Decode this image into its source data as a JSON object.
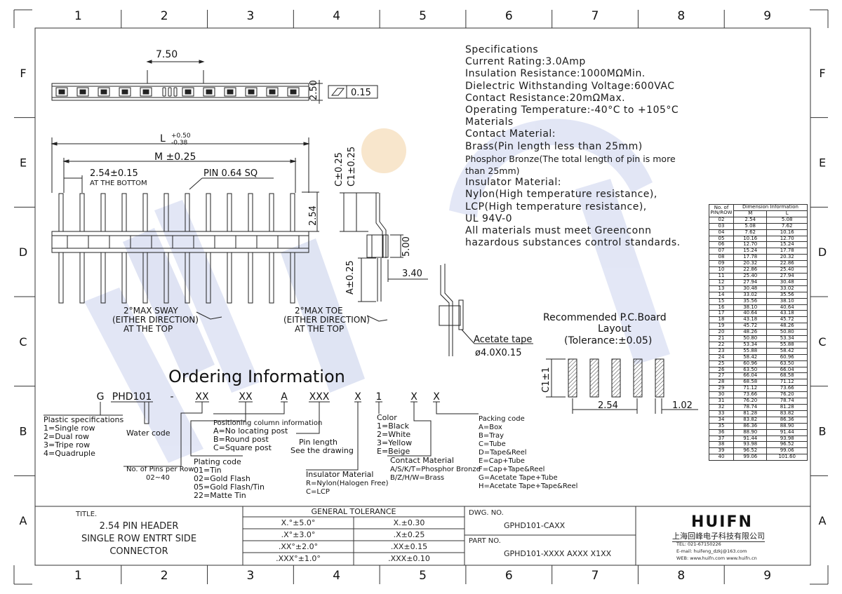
{
  "grid": {
    "columns": [
      "1",
      "2",
      "3",
      "4",
      "5",
      "6",
      "7",
      "8",
      "9"
    ],
    "rows": [
      "F",
      "E",
      "D",
      "C",
      "B",
      "A"
    ]
  },
  "watermark": "HUIFN",
  "dims": {
    "top_width": "7.50",
    "top_height": "2.50",
    "flatness": "0.15",
    "L_label": "L",
    "L_tol_plus": "+0.50",
    "L_tol_minus": "-0.38",
    "M_label": "M ±0.25",
    "pitch": "2.54±0.15",
    "pitch_note": "AT THE BOTTOM",
    "pin": "PIN 0.64 SQ",
    "side_254": "2.54",
    "C_tol": "C±0.25",
    "C1_tol": "C1±0.25",
    "A_tol": "A±0.25",
    "h500": "5.00",
    "w340": "3.40",
    "sway": [
      "2°MAX SWAY",
      "(EITHER DIRECTION)",
      "AT THE TOP"
    ],
    "toe": [
      "2°MAX TOE",
      "(EITHER DIRECTION)",
      "AT THE TOP"
    ],
    "acetate": "Acetate tape",
    "acetate_size": "ø4.0X0.15"
  },
  "specs": [
    "Specifications",
    "Current Rating:3.0Amp",
    "Insulation Resistance:1000MΩMin.",
    "Dielectric Withstanding Voltage:600VAC",
    "Contact Resistance:20mΩMax.",
    "Operating Temperature:-40°C to +105°C",
    "Materials",
    "Contact Material:",
    "Brass(Pin length less than 25mm)",
    "Phosphor Bronze(The total length of pin is more",
    "than 25mm)",
    "Insulator Material:",
    "Nylon(High temperature resistance),",
    "LCP(High temperature resistance),",
    "UL 94V-0",
    "All materials must meet Greenconn",
    "hazardous substances control standards."
  ],
  "pcb": {
    "title": [
      "Recommended P.C.Board",
      "Layout",
      "(Tolerance:±0.05)"
    ],
    "c1": "C1±1",
    "pitch": "2.54",
    "pad": "1.02"
  },
  "ordering": {
    "title": "Ordering Information",
    "code": [
      "G",
      "PHD101",
      "-",
      "XX",
      "XX",
      "A",
      "XXX",
      "X",
      "1",
      "X",
      "X"
    ],
    "plastic": [
      "Plastic specifications",
      "1=Single row",
      "2=Dual row",
      "3=Tripe row",
      "4=Quadruple"
    ],
    "water": "Water code",
    "pins_per_row": [
      "No. of Pins per Row",
      "02~40"
    ],
    "plating": [
      "Plating code",
      "01=Tin",
      "02=Gold Flash",
      "05=Gold Flash/Tin",
      "22=Matte Tin"
    ],
    "positioning": [
      "Positioning column information",
      "A=No locating post",
      "B=Round post",
      "C=Square post"
    ],
    "pin_length": [
      "Pin length",
      "See the drawing"
    ],
    "insulator": [
      "Insulator Material",
      "R=Nylon(Halogen Free)",
      "C=LCP"
    ],
    "color": [
      "Color",
      "1=Black",
      "2=White",
      "3=Yellow",
      "E=Beige"
    ],
    "contact": [
      "Contact Material",
      "A/S/K/T=Phosphor Bronze",
      "B/Z/H/W=Brass"
    ],
    "packing": [
      "Packing code",
      "A=Box",
      "B=Tray",
      "C=Tube",
      "D=Tape&Reel",
      "E=Cap+Tube",
      "F=Cap+Tape&Reel",
      "G=Acetate Tape+Tube",
      "H=Acetate Tape+Tape&Reel"
    ]
  },
  "dim_table": {
    "header_no": [
      "No. of",
      "PIN/ROW"
    ],
    "header_info": "Dimension Information",
    "header_m": "M",
    "header_l": "L",
    "rows": [
      [
        "02",
        "2.54",
        "5.08"
      ],
      [
        "03",
        "5.08",
        "7.62"
      ],
      [
        "04",
        "7.62",
        "10.16"
      ],
      [
        "05",
        "10.16",
        "12.70"
      ],
      [
        "06",
        "12.70",
        "15.24"
      ],
      [
        "07",
        "15.24",
        "17.78"
      ],
      [
        "08",
        "17.78",
        "20.32"
      ],
      [
        "09",
        "20.32",
        "22.86"
      ],
      [
        "10",
        "22.86",
        "25.40"
      ],
      [
        "11",
        "25.40",
        "27.94"
      ],
      [
        "12",
        "27.94",
        "30.48"
      ],
      [
        "13",
        "30.48",
        "33.02"
      ],
      [
        "14",
        "33.02",
        "35.56"
      ],
      [
        "15",
        "35.56",
        "38.10"
      ],
      [
        "16",
        "38.10",
        "40.64"
      ],
      [
        "17",
        "40.64",
        "43.18"
      ],
      [
        "18",
        "43.18",
        "45.72"
      ],
      [
        "19",
        "45.72",
        "48.26"
      ],
      [
        "20",
        "48.26",
        "50.80"
      ],
      [
        "21",
        "50.80",
        "53.34"
      ],
      [
        "22",
        "53.34",
        "55.88"
      ],
      [
        "23",
        "55.88",
        "58.42"
      ],
      [
        "24",
        "58.42",
        "60.96"
      ],
      [
        "25",
        "60.96",
        "63.50"
      ],
      [
        "26",
        "63.50",
        "66.04"
      ],
      [
        "27",
        "66.04",
        "68.58"
      ],
      [
        "28",
        "68.58",
        "71.12"
      ],
      [
        "29",
        "71.12",
        "73.66"
      ],
      [
        "30",
        "73.66",
        "76.20"
      ],
      [
        "31",
        "76.20",
        "78.74"
      ],
      [
        "32",
        "78.74",
        "81.28"
      ],
      [
        "33",
        "81.28",
        "83.82"
      ],
      [
        "34",
        "83.82",
        "86.36"
      ],
      [
        "35",
        "86.36",
        "88.90"
      ],
      [
        "36",
        "88.90",
        "91.44"
      ],
      [
        "37",
        "91.44",
        "93.98"
      ],
      [
        "38",
        "93.98",
        "96.52"
      ],
      [
        "39",
        "96.52",
        "99.06"
      ],
      [
        "40",
        "99.06",
        "101.60"
      ]
    ]
  },
  "title_block": {
    "title_label": "TITLE.",
    "title_lines": [
      "2.54 PIN HEADER",
      "SINGLE ROW ENTRT SIDE",
      "CONNECTOR"
    ],
    "tolerance_header": "GENERAL TOLERANCE",
    "tolerance_rows": [
      [
        "X.°±5.0°",
        "X.±0.30"
      ],
      [
        ".X°±3.0°",
        ".X±0.25"
      ],
      [
        ".XX°±2.0°",
        ".XX±0.15"
      ],
      [
        ".XXX°±1.0°",
        ".XXX±0.10"
      ]
    ],
    "dwg_label": "DWG. NO.",
    "dwg_no": "GPHD101-CAXX",
    "part_label": "PART NO.",
    "part_no": "GPHD101-XXXX AXXX X1XX",
    "company_logo": "HUIFN",
    "company_name": "上海回峰电子科技有限公司",
    "tel": "TEL: 021-67150226",
    "email": "E-mail: huifeng_dzkj@163.com",
    "web": "WEB: www.huifn.com  www.huifn.cn"
  },
  "colors": {
    "watermark": "#c9d0ec",
    "line": "#222222",
    "accent_orange": "#f3cf9a"
  }
}
